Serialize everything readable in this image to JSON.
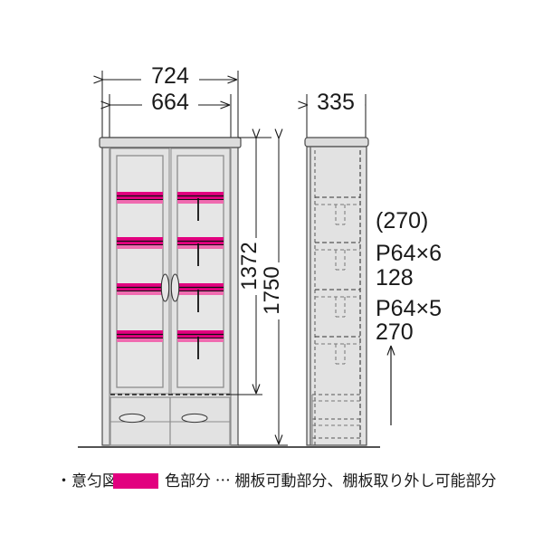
{
  "figure": {
    "title": "cabinet-dimension-drawing",
    "background_color": "#ffffff",
    "line_color": "#1a1a1a",
    "panel_fill": "#e2e2e2",
    "panel_fill_light": "#e8e8e8",
    "panel_edge": "#8c8c8c",
    "accent_color": "#e2007f",
    "accent_color_light": "#f06bb0"
  },
  "front_view": {
    "name": "front-elevation",
    "width_outer_label": "724",
    "width_inner_label": "664",
    "height_inner_label": "1372",
    "height_total_label": "1750",
    "doors": 2,
    "shelf_bands": 4,
    "drawers": 2,
    "handle": "oval-pull-handle"
  },
  "side_view": {
    "name": "side-elevation",
    "depth_label": "335",
    "shelf_count": 4
  },
  "annotations": {
    "lines": [
      "(270)",
      "P64×6",
      "128",
      "P64×5",
      "270"
    ],
    "leader": "up-arrow-leader"
  },
  "legend": {
    "prefix": "・意匀図",
    "swatch_color": "#e2007f",
    "text": "色部分 ⋯ 棚板可動部分、棚板取り外し可能部分"
  }
}
